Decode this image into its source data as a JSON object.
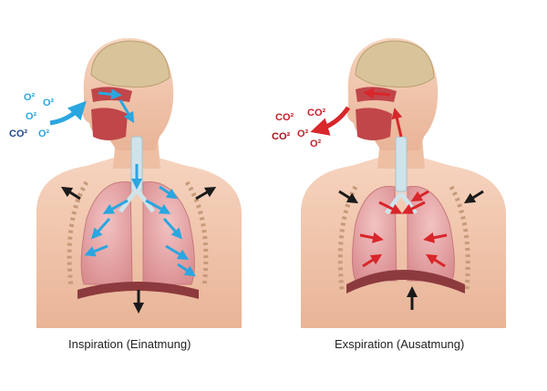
{
  "panels": [
    {
      "id": "inspiration",
      "caption": "Inspiration (Einatmung)",
      "flow_color": "#2aa6e0",
      "gas_labels": [
        "O²",
        "O²",
        "O²",
        "O²",
        "CO²"
      ]
    },
    {
      "id": "expiration",
      "caption": "Exspiration (Ausatmung)",
      "flow_color": "#d8262b",
      "gas_labels": [
        "CO²",
        "CO²",
        "CO²",
        "O²",
        "O²"
      ]
    }
  ],
  "colors": {
    "skin": "#f3c9b0",
    "skin_shade": "#e3a98a",
    "lung": "#e8a7a9",
    "diaphragm": "#8c3a3e",
    "trachea": "#cfe3ea",
    "brain": "#d9c39a",
    "mouth": "#c0464a",
    "motion_arrow": "#1a1a1a"
  }
}
